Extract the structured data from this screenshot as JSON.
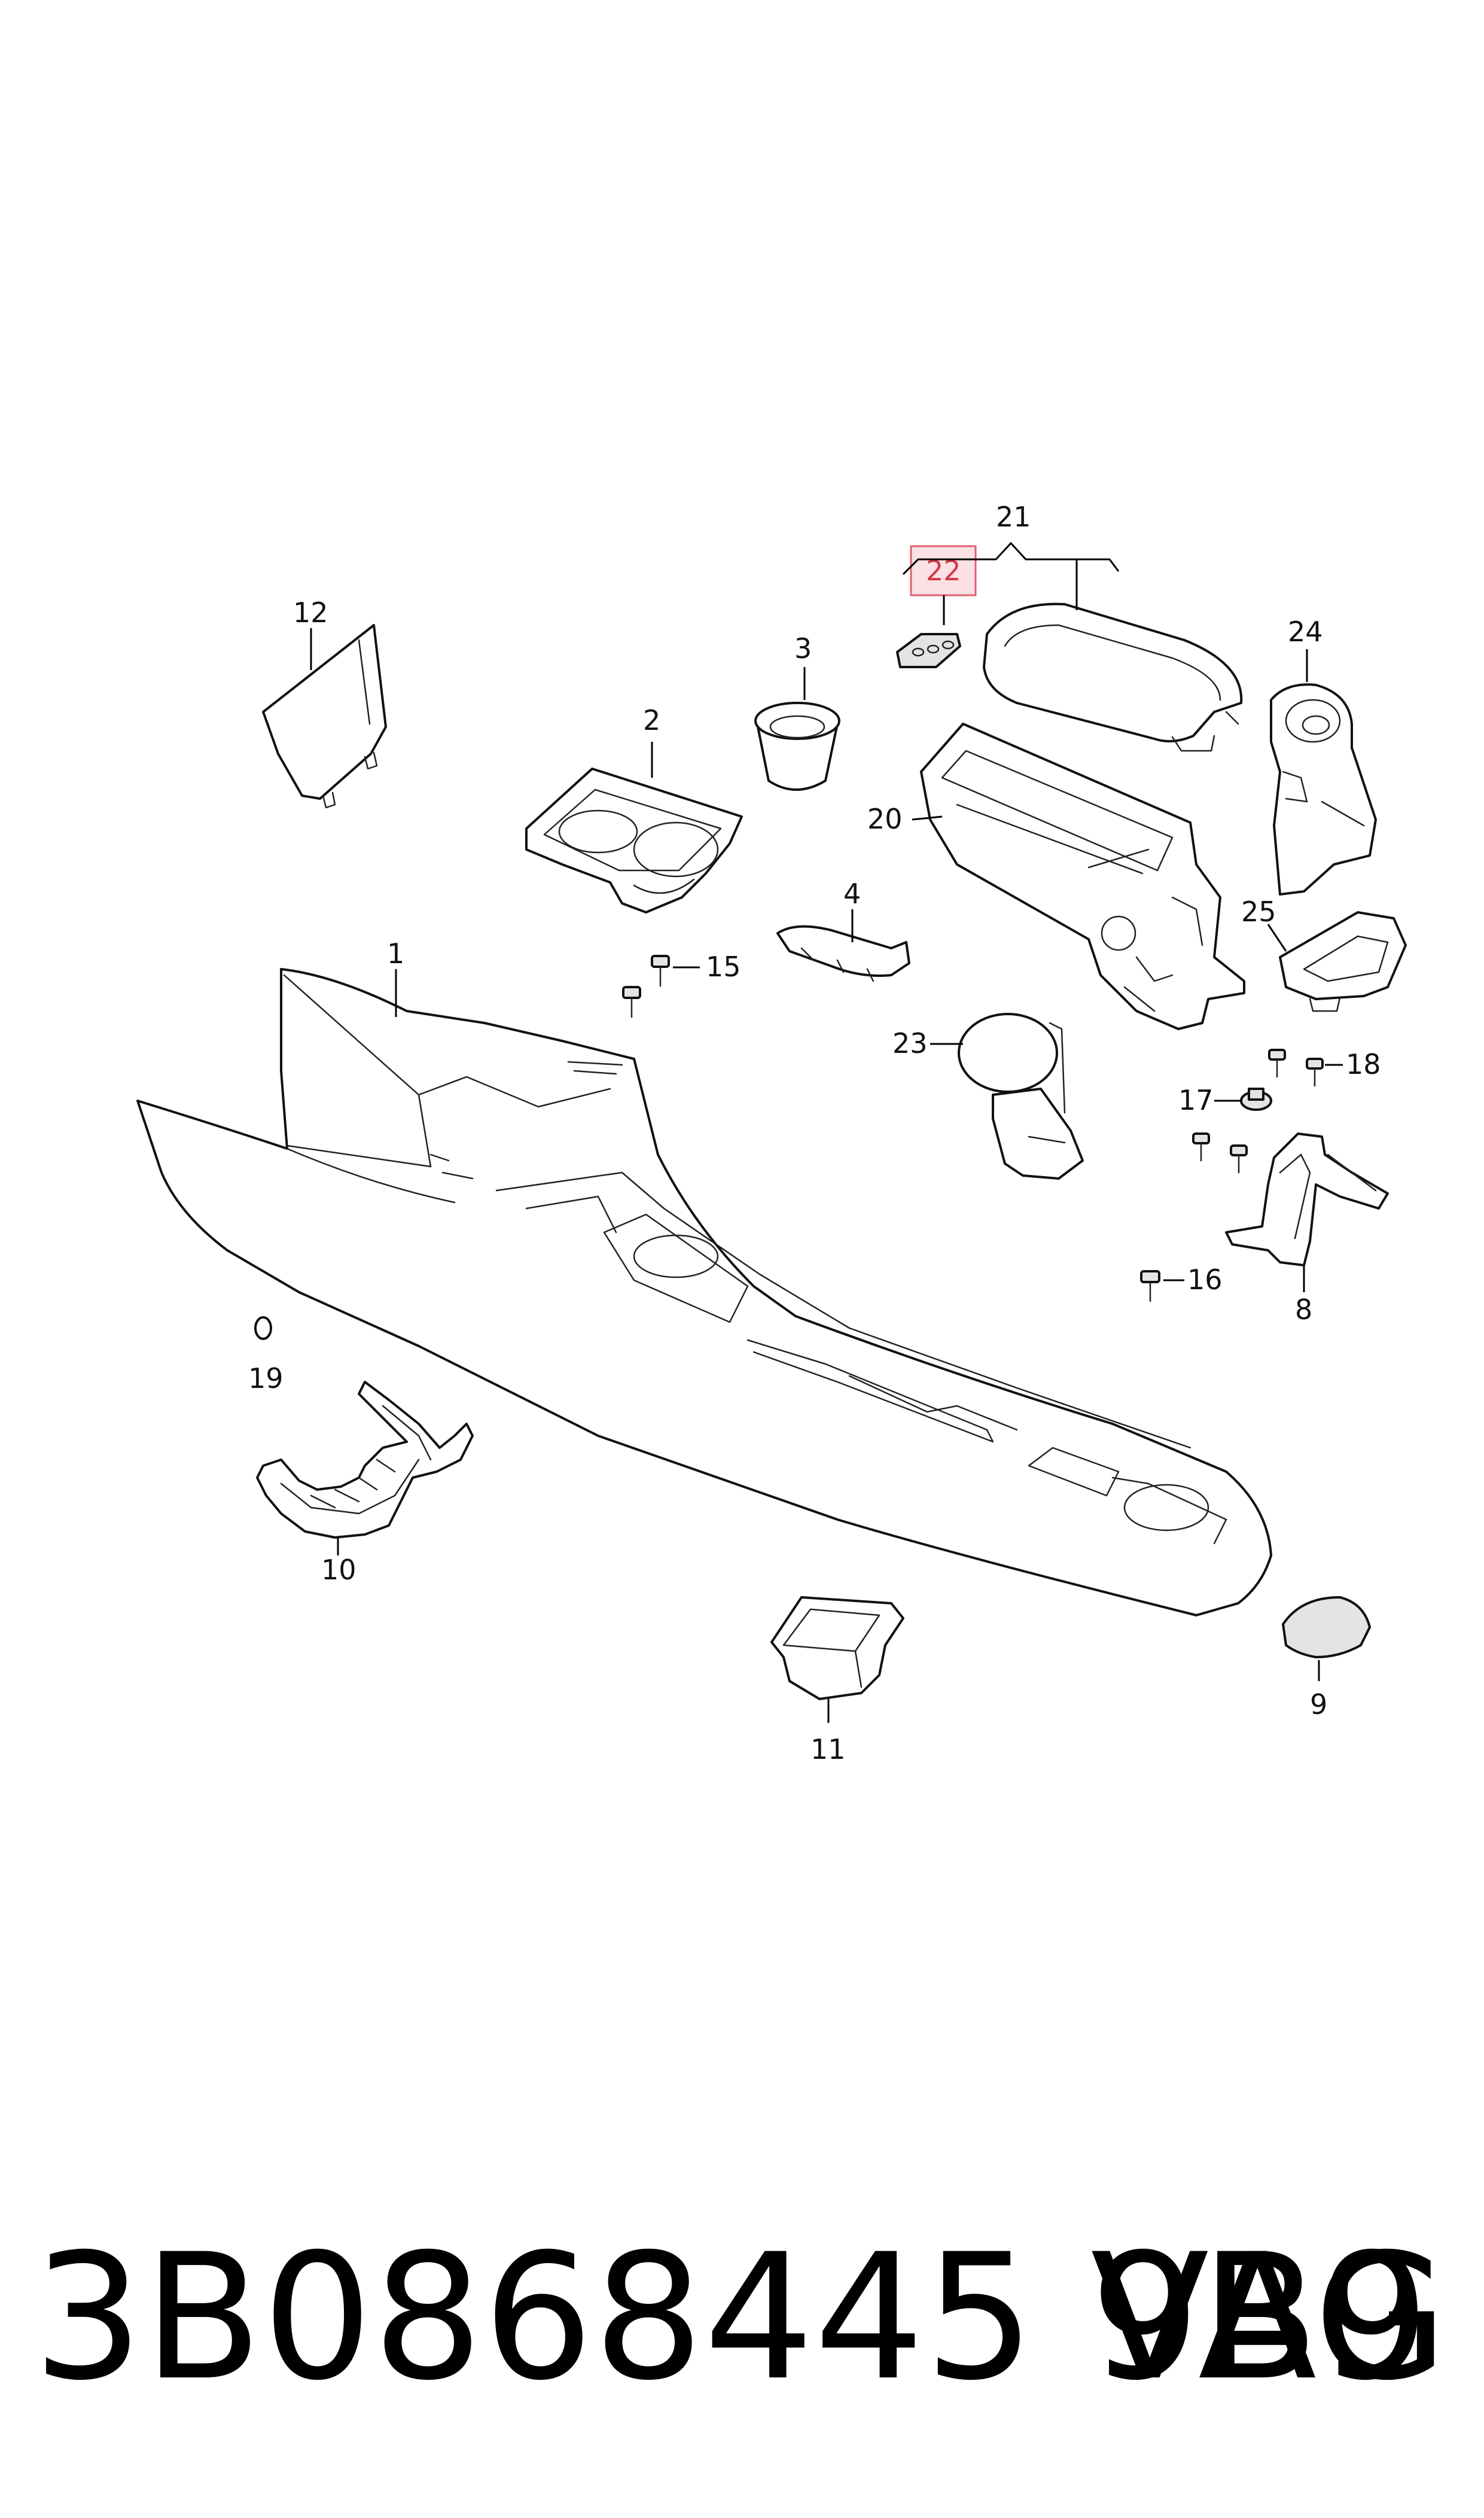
{
  "diagram": {
    "callouts": {
      "c1": "1",
      "c2": "2",
      "c3": "3",
      "c4": "4",
      "c8": "8",
      "c9": "9",
      "c10": "10",
      "c11": "11",
      "c12": "12",
      "c15": "15",
      "c16": "16",
      "c17": "17",
      "c18": "18",
      "c19": "19",
      "c20": "20",
      "c21": "21",
      "c22": "22",
      "c23": "23",
      "c24": "24",
      "c25": "25"
    },
    "highlighted_callout": "22",
    "highlight_color": "#e06070"
  },
  "footer": {
    "part_number": "3B0868445 9B9",
    "brand": "VAG"
  }
}
